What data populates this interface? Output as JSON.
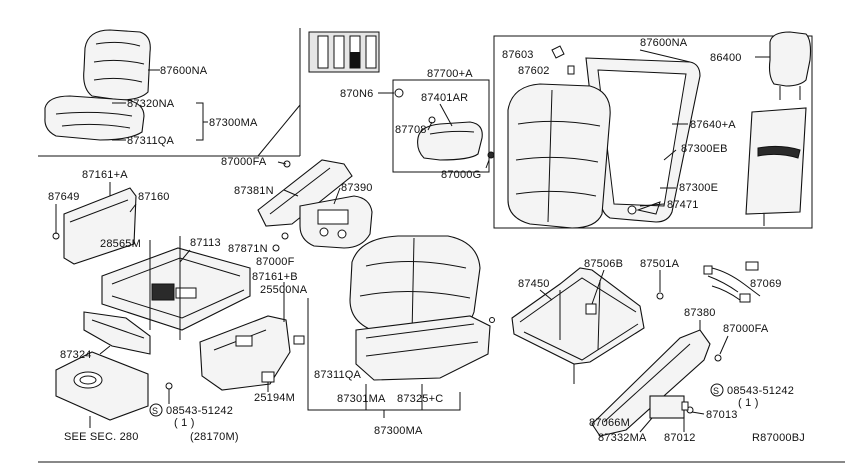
{
  "diagram": {
    "catalog_code": "R87000BJ",
    "labels": {
      "p87600NA_top": "87600NA",
      "p87320NA": "87320NA",
      "p87300MA_top": "87300MA",
      "p87311QA_top": "87311QA",
      "p87700": "87700+A",
      "p870N6": "870N6",
      "p87401AR": "87401AR",
      "p87708": "87708",
      "p87000G": "87000G",
      "p87603": "87603",
      "p87602": "87602",
      "p87600NA_right": "87600NA",
      "p86400": "86400",
      "p87640": "87640+A",
      "p87300EB": "87300EB",
      "p87300E": "87300E",
      "p87471": "87471",
      "p87000FA_top": "87000FA",
      "p87381N": "87381N",
      "p87390": "87390",
      "p87871N": "87871N",
      "p87000F": "87000F",
      "p87161A": "87161+A",
      "p87649": "87649",
      "p87160": "87160",
      "p28565M": "28565M",
      "p87113": "87113",
      "p87161B": "87161+B",
      "p25500NA": "25500NA",
      "p87324": "87324",
      "p25194M": "25194M",
      "p87311QA_mid": "87311QA",
      "p87301MA": "87301MA",
      "p87325C": "87325+C",
      "p87300MA_bottom": "87300MA",
      "p08543_left": "08543-51242",
      "p08543_left_qty": "( 1 )",
      "p28170M": "(28170M)",
      "see_sec": "SEE SEC. 280",
      "p87450": "87450",
      "p87506B": "87506B",
      "p87501A": "87501A",
      "p87069": "87069",
      "p87380": "87380",
      "p87000FA_right": "87000FA",
      "p08543_right": "08543-51242",
      "p08543_right_qty": "( 1 )",
      "p87013": "87013",
      "p87066M": "87066M",
      "p87332MA": "87332MA",
      "p87012": "87012",
      "bolt_symbol": "S"
    }
  }
}
